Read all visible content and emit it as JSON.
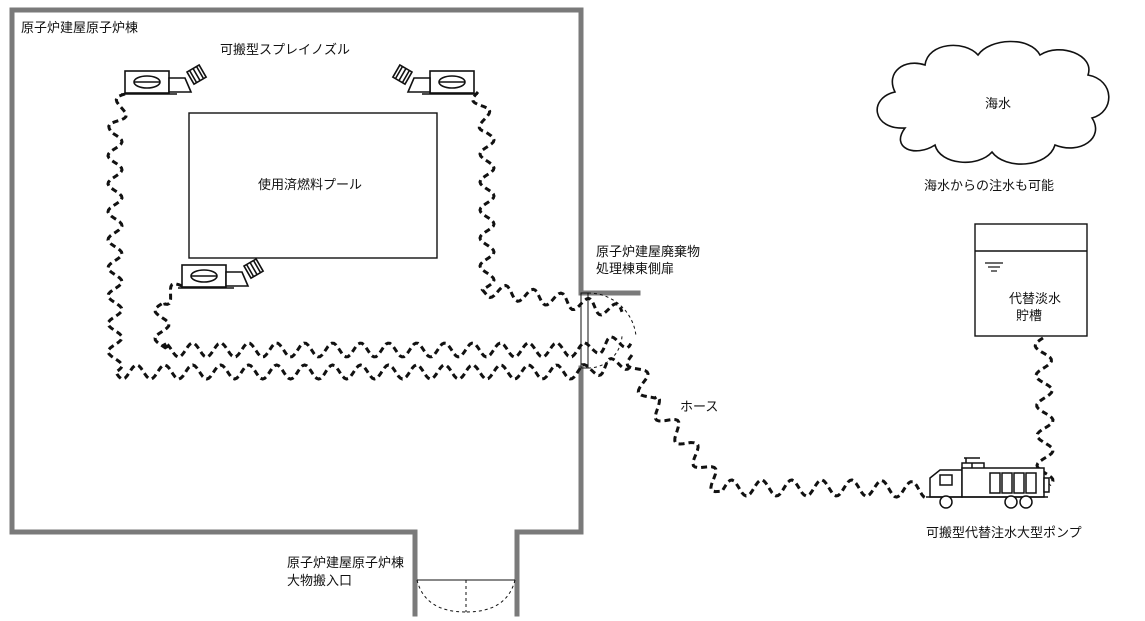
{
  "labels": {
    "building_main": "原子炉建屋原子炉棟",
    "spray_nozzle": "可搬型スプレイノズル",
    "spent_fuel_pool": "使用済燃料プール",
    "seawater": "海水",
    "seawater_note": "海水からの注水も可能",
    "east_door_line1": "原子炉建屋廃棄物",
    "east_door_line2": "処理棟東側扉",
    "tank_line1": "代替淡水",
    "tank_line2": "貯槽",
    "hose": "ホース",
    "pump": "可搬型代替注水大型ポンプ",
    "entrance_line1": "原子炉建屋原子炉棟",
    "entrance_line2": "大物搬入口"
  },
  "colors": {
    "wall": "#7a7a7a",
    "line": "#111111",
    "background": "#ffffff"
  }
}
